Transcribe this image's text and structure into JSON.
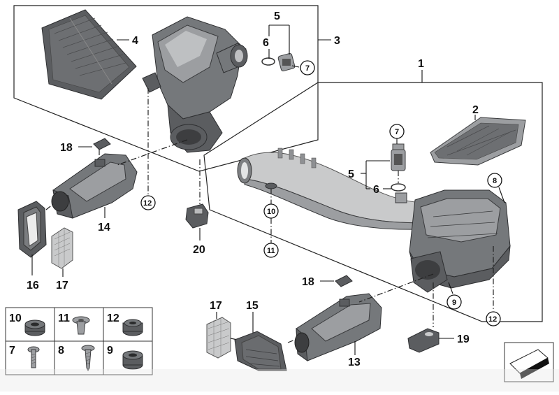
{
  "labels": {
    "p1": "1",
    "p2": "2",
    "p3": "3",
    "p4": "4",
    "p5a": "5",
    "p5b": "5",
    "p6a": "6",
    "p6b": "6",
    "p7a": "7",
    "p7b": "7",
    "p8": "8",
    "p9a": "9",
    "p10a": "10",
    "p11a": "11",
    "p12a": "12",
    "p12b": "12",
    "p13": "13",
    "p14": "14",
    "p15": "15",
    "p16": "16",
    "p17a": "17",
    "p17b": "17",
    "p18a": "18",
    "p18b": "18",
    "p19": "19",
    "p20": "20"
  },
  "small_parts_grid": {
    "cells": [
      "10",
      "11",
      "12",
      "7",
      "8",
      "9"
    ]
  },
  "colors": {
    "part_dark": "#5b5d60",
    "part_mid": "#75787b",
    "part_light": "#9c9ea1",
    "line": "#111111"
  }
}
